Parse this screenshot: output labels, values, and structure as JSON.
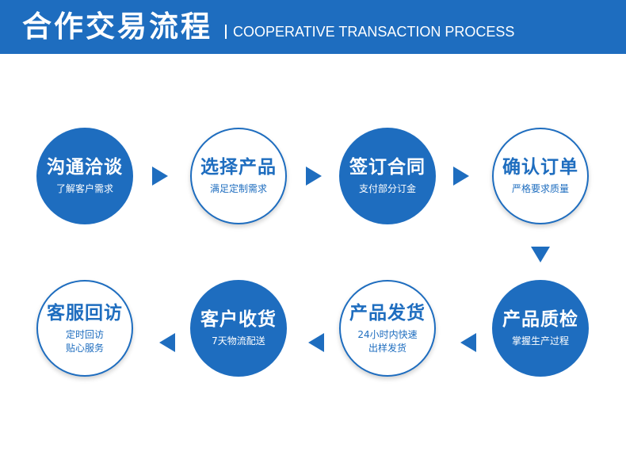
{
  "header": {
    "title": "合作交易流程",
    "subtitle": "COOPERATIVE TRANSACTION PROCESS"
  },
  "steps": [
    {
      "name": "沟通洽谈",
      "desc": "了解客户需求",
      "style": "solid"
    },
    {
      "name": "选择产品",
      "desc": "满足定制需求",
      "style": "outline"
    },
    {
      "name": "签订合同",
      "desc": "支付部分订金",
      "style": "solid"
    },
    {
      "name": "确认订单",
      "desc": "严格要求质量",
      "style": "outline"
    },
    {
      "name": "产品质检",
      "desc": "掌握生产过程",
      "style": "solid"
    },
    {
      "name": "产品发货",
      "desc": "24小时内快速\n出样发货",
      "style": "outline"
    },
    {
      "name": "客户收货",
      "desc": "7天物流配送",
      "style": "solid"
    },
    {
      "name": "客服回访",
      "desc": "定时回访\n贴心服务",
      "style": "outline"
    }
  ],
  "colors": {
    "accent": "#1e6dbf",
    "background": "#ffffff"
  }
}
